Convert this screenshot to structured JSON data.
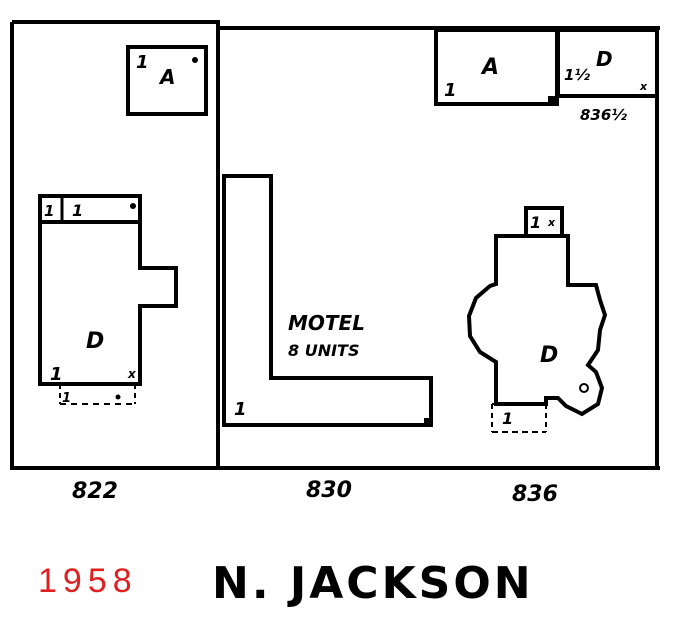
{
  "year": "1958",
  "street_name": "N. JACKSON",
  "colors": {
    "year_label": "#e02020",
    "ink": "#000000",
    "paper": "#ffffff"
  },
  "lots": [
    {
      "address": "822",
      "structures": [
        {
          "code": "A",
          "stories": "1"
        },
        {
          "code": "D",
          "stories": "1"
        }
      ]
    },
    {
      "address": "830",
      "structures": [
        {
          "label": "MOTEL",
          "sublabel": "8 UNITS",
          "stories": "1"
        }
      ]
    },
    {
      "address": "836",
      "structures": [
        {
          "code": "A",
          "stories": "1"
        },
        {
          "code": "D",
          "stories": "1"
        }
      ]
    },
    {
      "address": "836½",
      "structures": [
        {
          "code": "D",
          "stories": "1½"
        }
      ]
    }
  ],
  "markings": {
    "porch_story": "1",
    "porch_mark": "x",
    "half_story": "1½"
  }
}
